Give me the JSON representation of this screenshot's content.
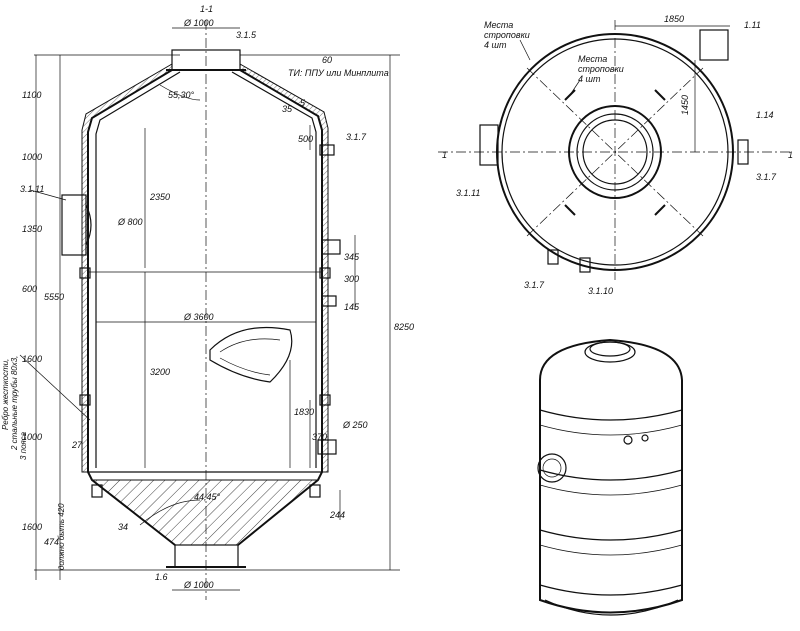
{
  "section_label": "1-1",
  "labels": {
    "l315": "3.1.5",
    "l60": "60",
    "insul": "ТИ: ППУ или Минплита",
    "l317a": "3.1.7",
    "l3111a": "3.1.11",
    "rib": "Ребро жесткости,",
    "rib2": "2 стальные трубы 80х3,",
    "rib3": "3 пояса",
    "l16": "1.6",
    "dolzhno": "должно быть 420",
    "mesta1": "Места",
    "mesta2": "строповки",
    "mesta3": "4 шт",
    "mesta4": "Места",
    "mesta5": "строповки",
    "mesta6": "4 шт",
    "l111": "1.11",
    "l114": "1.14",
    "l317b": "3.1.7",
    "l3111b": "3.1.11",
    "l317c": "3.1.7",
    "l3110": "3.1.10",
    "sec1": "1",
    "sec1b": "1"
  },
  "dims": {
    "d1000top": "Ø 1000",
    "d1000bot": "Ø 1000",
    "d3600": "Ø 3600",
    "d800": "Ø 800",
    "d250": "Ø 250",
    "a5530": "55,30°",
    "a4445": "44,45°",
    "v1100": "1100",
    "v1000a": "1000",
    "v1350": "1350",
    "v600": "600",
    "v5550": "5550",
    "v1600a": "1600",
    "v1000b": "1000",
    "v27": "27",
    "v1600b": "1600",
    "v474": "474",
    "v2350": "2350",
    "v3200": "3200",
    "v1830": "1830",
    "v370": "370",
    "v244": "244",
    "v34": "34",
    "v345": "345",
    "v300": "300",
    "v145": "145",
    "v500": "500",
    "v35": "35",
    "v5": "5",
    "v8250": "8250",
    "h1850": "1850",
    "v1450": "1450"
  }
}
